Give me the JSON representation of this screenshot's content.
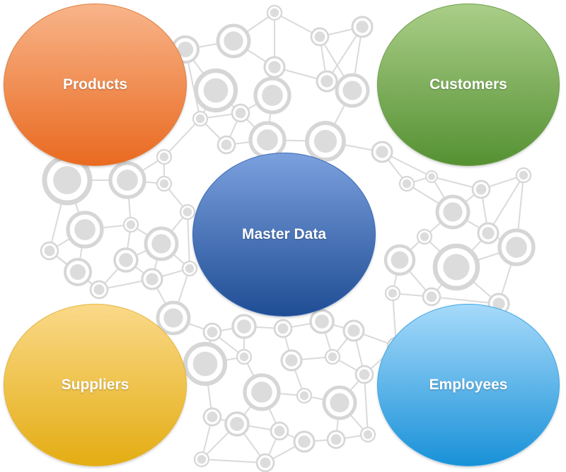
{
  "nodes": {
    "products": "Products",
    "customers": "Customers",
    "master": "Master Data",
    "suppliers": "Suppliers",
    "employees": "Employees"
  },
  "colors": {
    "products": "#ee8340",
    "customers": "#6ea84a",
    "master": "#3b69b3",
    "suppliers": "#f2c345",
    "employees": "#40a9ea",
    "network": "#d6d6d6"
  }
}
